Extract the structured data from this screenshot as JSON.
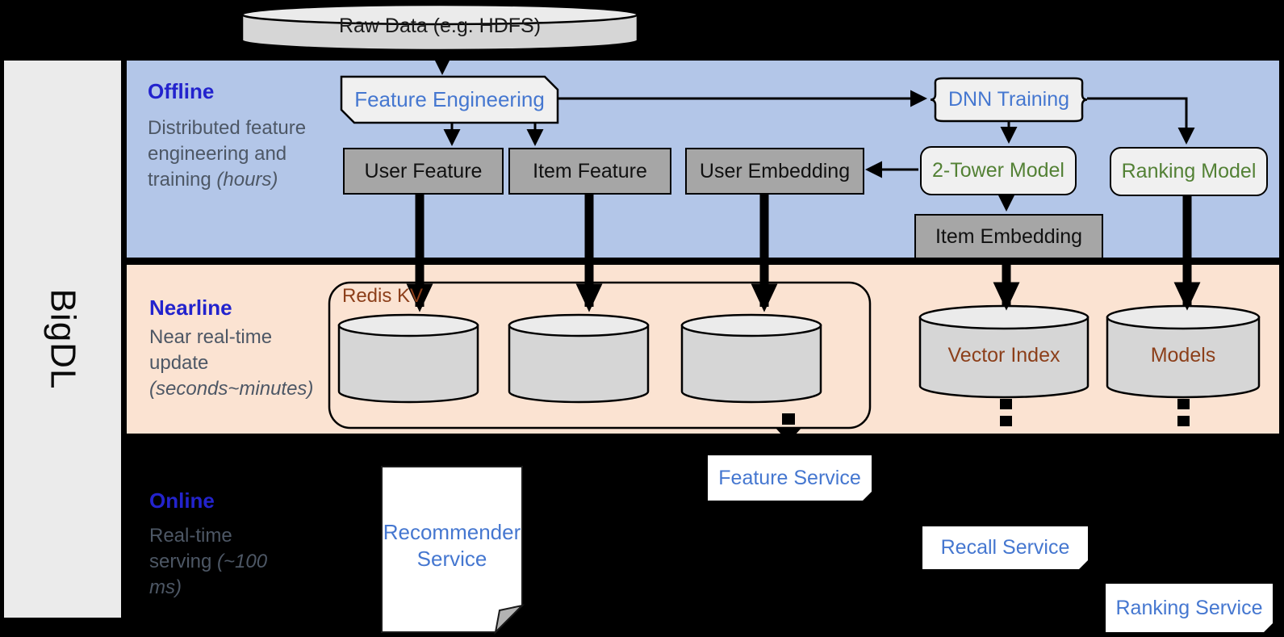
{
  "app": {
    "title_vertical": "BigDL"
  },
  "colors": {
    "offline_band": "#b3c6e8",
    "nearline_band": "#fbe3d2",
    "side_band": "#ebebeb",
    "heading_blue": "#2323cd",
    "desc_gray": "#4d5765",
    "node_blue": "#4577d0",
    "node_green": "#538135",
    "node_brown": "#8c3f1a",
    "box_gray": "#a6a6a6",
    "shape_light": "#f0f0f0",
    "cylinder_gray": "#d6d6d6"
  },
  "top": {
    "raw_data": "Raw Data (e.g. HDFS)"
  },
  "sections": {
    "offline": {
      "title": "Offline",
      "desc": "Distributed feature engineering and training",
      "duration": "(hours)"
    },
    "nearline": {
      "title": "Nearline",
      "desc": "Near real-time update",
      "duration": "(seconds~minutes)"
    },
    "online": {
      "title": "Online",
      "desc": "Real-time serving",
      "duration": "(~100 ms)"
    }
  },
  "nodes": {
    "feature_engineering": "Feature Engineering",
    "dnn_training": "DNN Training",
    "user_feature": "User Feature",
    "item_feature": "Item Feature",
    "user_embedding": "User Embedding",
    "two_tower_model": "2-Tower Model",
    "ranking_model": "Ranking Model",
    "item_embedding": "Item Embedding",
    "redis_kv": "Redis KV",
    "vector_index": "Vector Index",
    "models": "Models",
    "recommender_service": "Recommender Service",
    "feature_service": "Feature Service",
    "recall_service": "Recall Service",
    "ranking_service": "Ranking Service"
  }
}
